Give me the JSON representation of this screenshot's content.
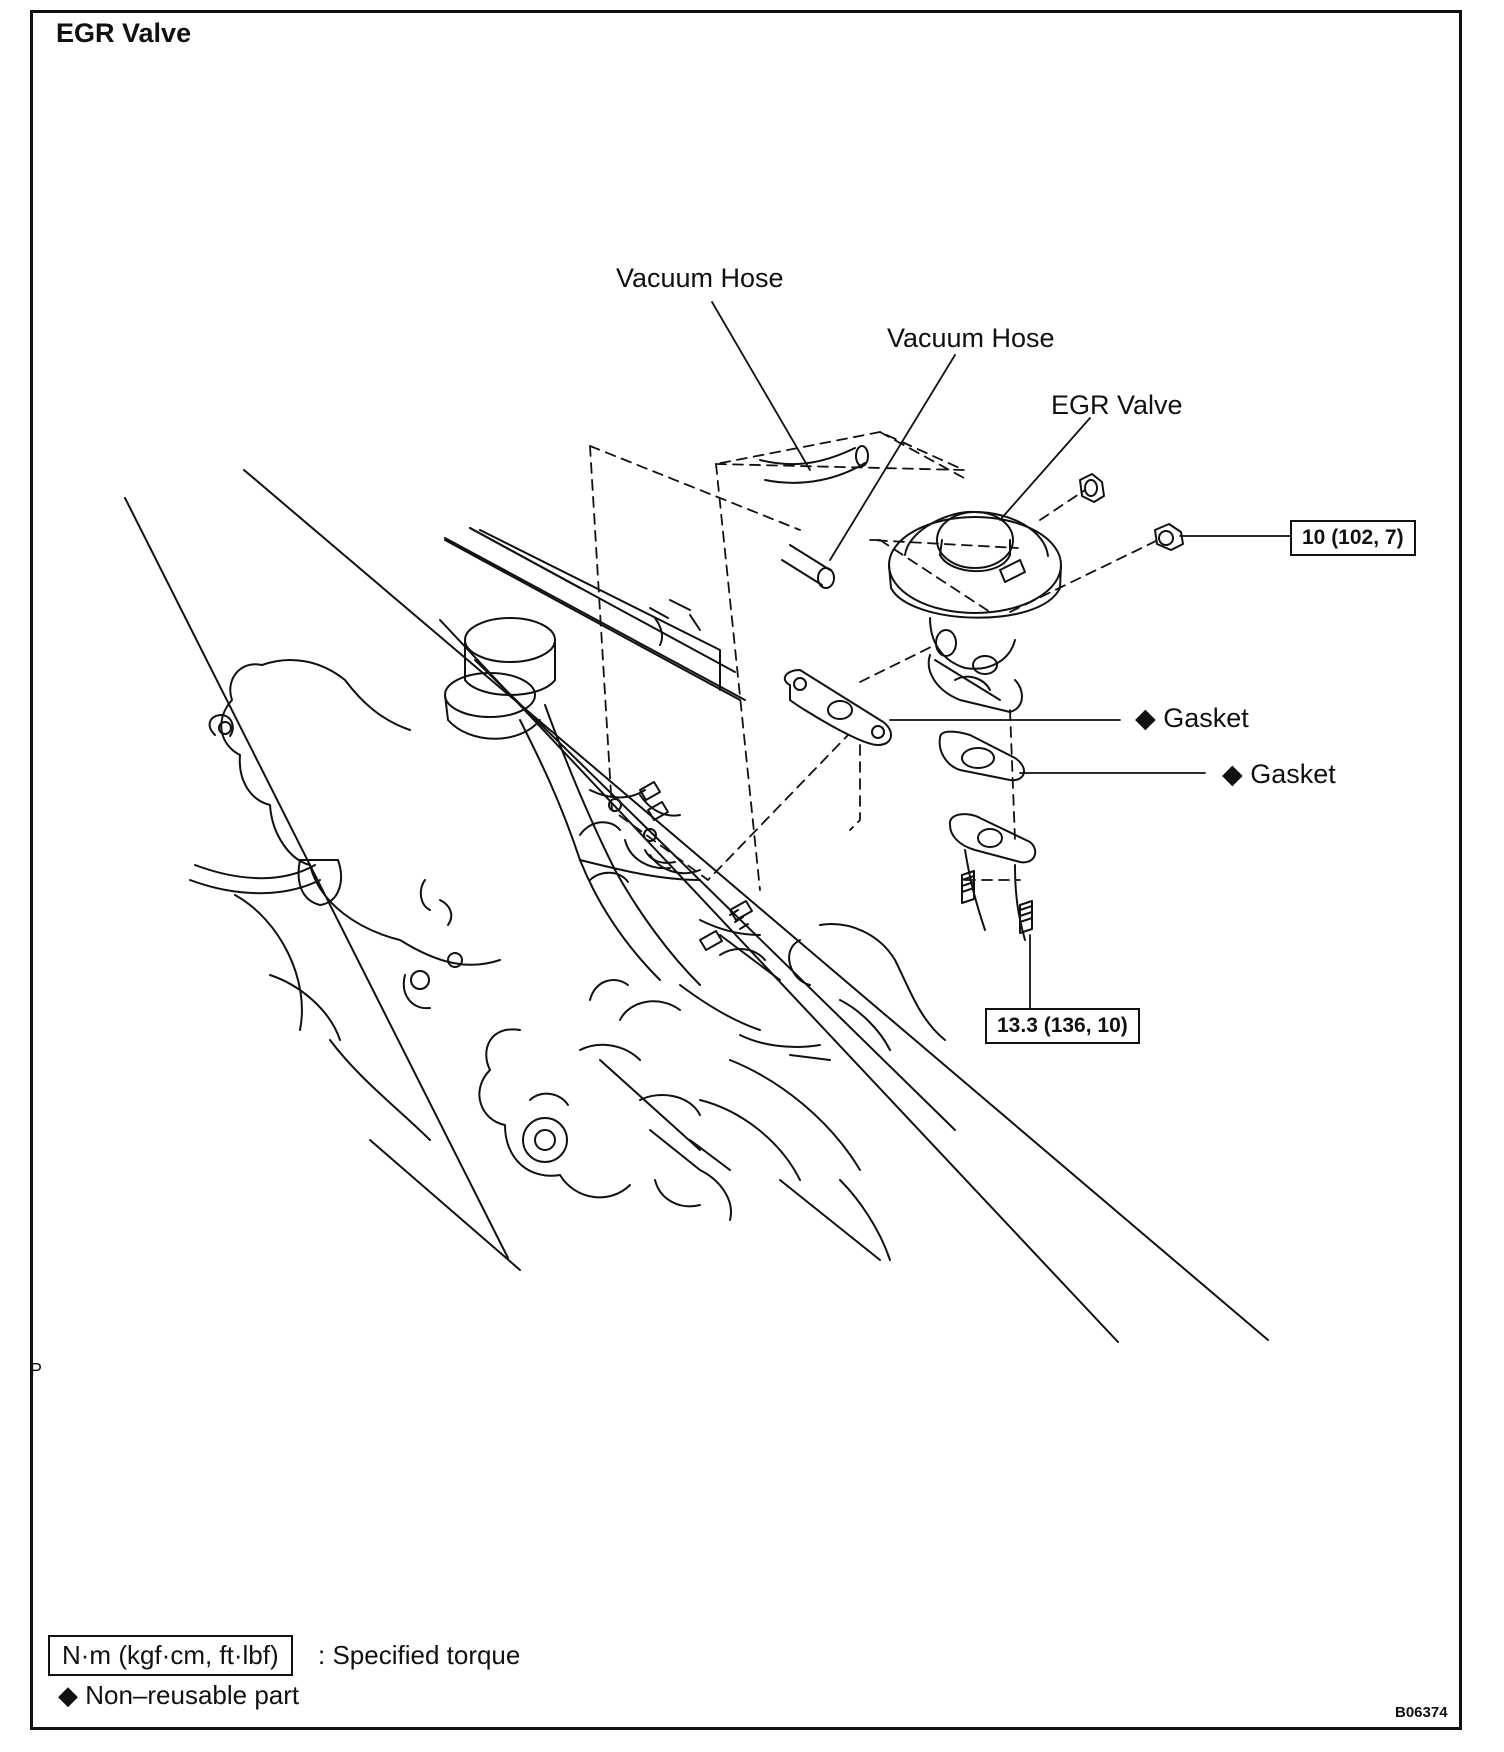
{
  "title": "EGR Valve",
  "labels": {
    "vacuum_hose_1": "Vacuum Hose",
    "vacuum_hose_2": "Vacuum Hose",
    "egr_valve": "EGR Valve",
    "gasket_1": "◆ Gasket",
    "gasket_2": "◆ Gasket"
  },
  "torque_specs": {
    "nut": "10 (102, 7)",
    "bolt": "13.3 (136, 10)"
  },
  "legend": {
    "torque_unit": "N·m (kgf·cm, ft·lbf)",
    "torque_desc": ": Specified torque",
    "non_reusable": "◆ Non–reusable part"
  },
  "stray_mark": "P",
  "figure_ref": "B06374"
}
